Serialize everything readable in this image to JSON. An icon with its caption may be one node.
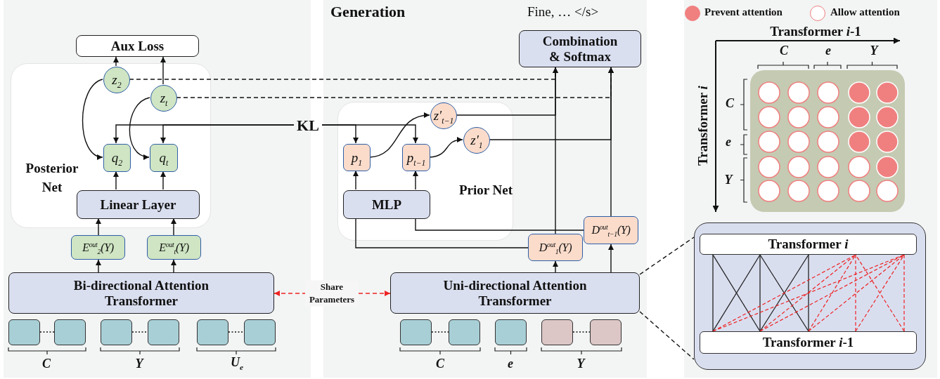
{
  "diagram": {
    "nodes": [
      {
        "text": [
          "Aux Loss"
        ]
      },
      {
        "text": [
          "Posterior Net"
        ]
      },
      {
        "text": [
          "z$_{2}$"
        ],
        "in": 1
      },
      {
        "text": [
          "z$_{t}$"
        ],
        "in": 1
      },
      {
        "text": [
          "q$_{2}$"
        ],
        "in": 1
      },
      {
        "text": [
          "q$_{t}$"
        ],
        "in": 1
      },
      {
        "text": [
          "Linear Layer"
        ],
        "in": 1
      },
      {
        "text": [
          "E$^{out}$$_{2}$(Y)"
        ]
      },
      {
        "text": [
          "E$^{out}$$_{t}$(Y)"
        ]
      },
      {
        "text": [
          "Bi-directional Attention Transformer"
        ]
      },
      {
        "text": [
          "KL"
        ]
      },
      {
        "text": [
          "Combination & Softmax"
        ],
        "beside": [
          "Fine, … </s>"
        ]
      },
      {
        "text": [
          "Prior Net"
        ]
      },
      {
        "text": [
          "z′$_{t−1}$"
        ],
        "in": 12
      },
      {
        "text": [
          "p$_{1}$"
        ],
        "in": 12
      },
      {
        "text": [
          "p$_{t−1}$"
        ],
        "in": 12
      },
      {
        "text": [
          "z′$_{1}$"
        ],
        "in": 12
      },
      {
        "text": [
          "MLP"
        ],
        "in": 12
      },
      {
        "text": [
          "D$^{out}$$_{t−1}$(Y)"
        ]
      },
      {
        "text": [
          "D$^{out}$$_{1}$(Y)"
        ]
      },
      {
        "text": [
          "Uni-directional Attention Transformer"
        ]
      },
      {
        "text": [],
        "shape": "box"
      },
      {
        "text": [],
        "shape": "box"
      },
      {
        "text": [],
        "shape": "box"
      },
      {
        "text": [],
        "shape": "box"
      },
      {
        "text": [],
        "shape": "box"
      },
      {
        "text": [],
        "shape": "box"
      },
      {
        "text": [],
        "shape": "box"
      },
      {
        "text": [],
        "shape": "box"
      },
      {
        "text": [],
        "shape": "box"
      },
      {
        "text": [],
        "shape": "box"
      },
      {
        "text": [],
        "shape": "box"
      },
      {
        "text": [],
        "shape": "box"
      },
      {
        "text": [
          "Transformer *i*"
        ],
        "in": 32
      },
      {
        "text": [
          "Transformer *i*-1"
        ],
        "in": 32
      }
    ],
    "edges": [
      {
        "from": 2,
        "to": 0,
        "arrow": "to"
      },
      {
        "from": 3,
        "to": 0,
        "arrow": "to"
      },
      {
        "from": 2,
        "to": 4,
        "arrow": "to"
      },
      {
        "from": 3,
        "to": 5,
        "arrow": "to"
      },
      {
        "from": 6,
        "to": 4,
        "arrow": "to"
      },
      {
        "from": 6,
        "to": 5,
        "arrow": "to"
      },
      {
        "from": 7,
        "to": 6,
        "arrow": "to"
      },
      {
        "from": 8,
        "to": 6,
        "arrow": "to"
      },
      {
        "from": 9,
        "to": 7,
        "arrow": "to"
      },
      {
        "from": 9,
        "to": 8,
        "arrow": "to"
      },
      {
        "from": 10,
        "to": 4,
        "arrow": "to"
      },
      {
        "from": 10,
        "to": 5,
        "arrow": "to"
      },
      {
        "from": 10,
        "to": 14,
        "arrow": "to"
      },
      {
        "from": 10,
        "to": 15,
        "arrow": "to"
      },
      {
        "from": 2,
        "to": 11,
        "arrow": "to",
        "style": "dashed"
      },
      {
        "from": 3,
        "to": 11,
        "arrow": "to",
        "style": "dashed"
      },
      {
        "from": 13,
        "to": 11,
        "arrow": "to"
      },
      {
        "from": 16,
        "to": 11,
        "arrow": "to"
      },
      {
        "from": 14,
        "to": 13,
        "arrow": "to"
      },
      {
        "from": 15,
        "to": 16,
        "arrow": "to"
      },
      {
        "from": 17,
        "to": 14,
        "arrow": "to"
      },
      {
        "from": 17,
        "to": 15,
        "arrow": "to"
      },
      {
        "from": 19,
        "to": 17,
        "arrow": "none"
      },
      {
        "from": 18,
        "to": 17,
        "arrow": "none"
      },
      {
        "from": 19,
        "to": 11,
        "arrow": "none"
      },
      {
        "from": 18,
        "to": 11,
        "arrow": "to"
      },
      {
        "from": 20,
        "to": 19,
        "arrow": "to"
      },
      {
        "from": 20,
        "to": 18,
        "arrow": "to"
      },
      {
        "from": 9,
        "to": 20,
        "arrow": "both",
        "label": "Share Parameters",
        "style": "dashed",
        "color": "#ee2222"
      },
      {
        "from": 20,
        "to": 32,
        "arrow": "none",
        "style": "dashed"
      },
      {
        "from": 20,
        "to": 32,
        "arrow": "none",
        "style": "dashed"
      },
      {
        "from": 21,
        "to": 22,
        "arrow": "none",
        "style": "dashed"
      },
      {
        "from": 23,
        "to": 24,
        "arrow": "none",
        "style": "dashed"
      },
      {
        "from": 25,
        "to": 26,
        "arrow": "none",
        "style": "dashed"
      },
      {
        "from": 27,
        "to": 28,
        "arrow": "none",
        "style": "dashed"
      },
      {
        "from": 30,
        "to": 31,
        "arrow": "none",
        "style": "dashed"
      }
    ],
    "labels": [
      "Generation",
      "C",
      "Y",
      "U$_{e}$",
      "C",
      "e",
      "Y",
      "Transformer *i*-1",
      "C",
      "e",
      "Y",
      "Transformer *i*",
      "C",
      "e",
      "Y"
    ],
    "legend": [
      {
        "text": "Prevent attention",
        "color": "#f08080"
      },
      {
        "text": "Allow attention",
        "color": "#ffffff"
      }
    ]
  }
}
